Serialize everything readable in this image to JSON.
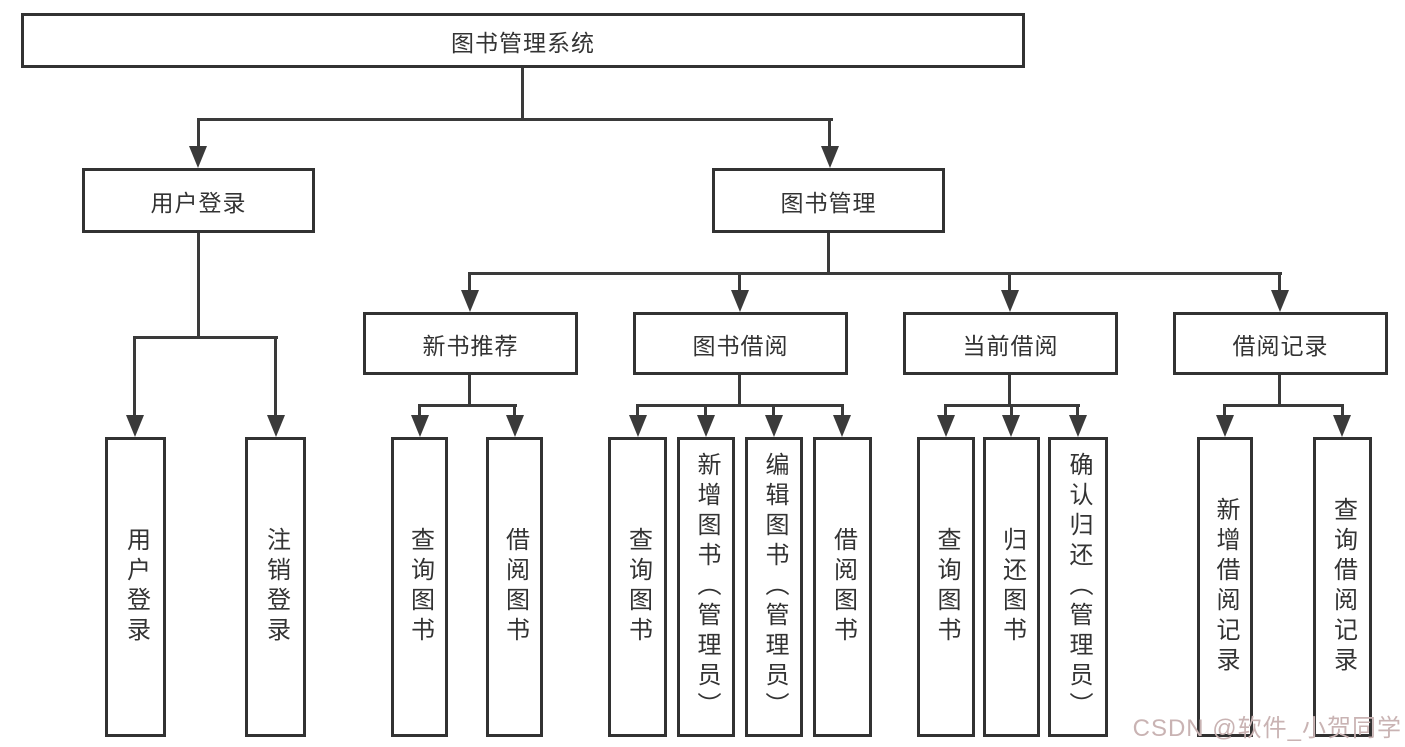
{
  "diagram": {
    "root": {
      "label": "图书管理系统"
    },
    "level2": [
      {
        "label": "用户登录",
        "children": [
          {
            "label": "用户登录"
          },
          {
            "label": "注销登录"
          }
        ]
      },
      {
        "label": "图书管理",
        "children": [
          {
            "label": "新书推荐",
            "children": [
              {
                "label": "查询图书"
              },
              {
                "label": "借阅图书"
              }
            ]
          },
          {
            "label": "图书借阅",
            "children": [
              {
                "label": "查询图书"
              },
              {
                "label": "新增图书（管理员）"
              },
              {
                "label": "编辑图书（管理员）"
              },
              {
                "label": "借阅图书"
              }
            ]
          },
          {
            "label": "当前借阅",
            "children": [
              {
                "label": "查询图书"
              },
              {
                "label": "归还图书"
              },
              {
                "label": "确认归还（管理员）"
              }
            ]
          },
          {
            "label": "借阅记录",
            "children": [
              {
                "label": "新增借阅记录"
              },
              {
                "label": "查询借阅记录"
              }
            ]
          }
        ]
      }
    ]
  },
  "watermark": {
    "text": "CSDN @软件_小贺同学"
  },
  "colors": {
    "background": "#ffffff",
    "box_border": "#323232",
    "line": "#3a3a3a",
    "text": "#333333",
    "watermark": "#c9b3b3"
  }
}
